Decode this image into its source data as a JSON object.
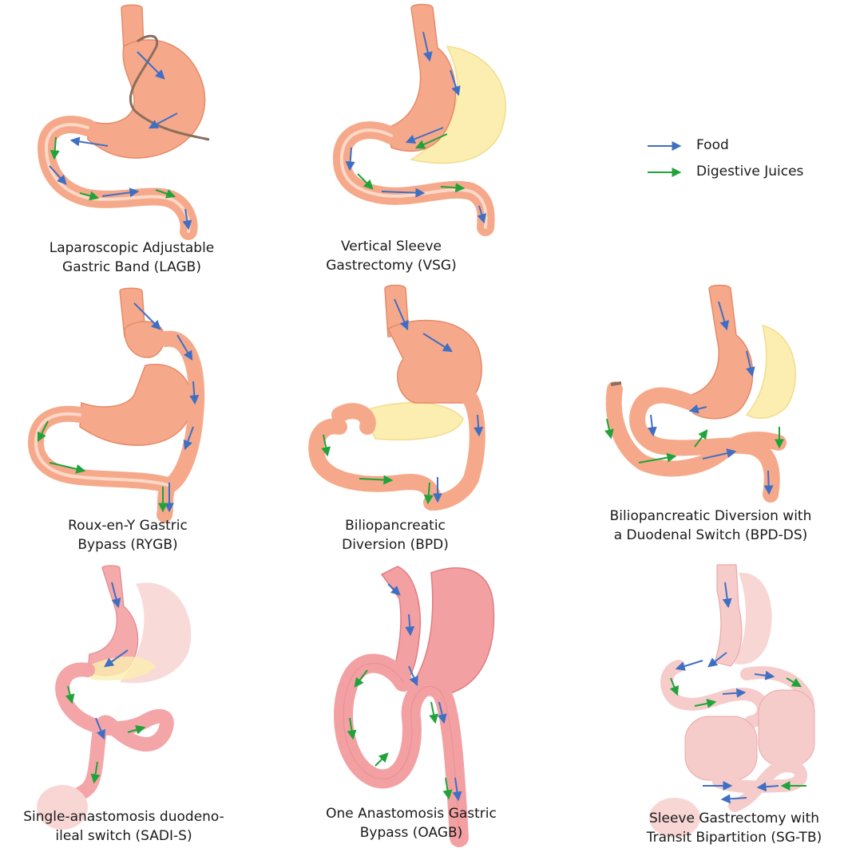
{
  "legend": {
    "food": {
      "label": "Food",
      "color": "#3f6fc4"
    },
    "juices": {
      "label": "Digestive Juices",
      "color": "#1fa33a"
    }
  },
  "colors": {
    "gut": "#f6a98a",
    "gut_edge": "#e58a68",
    "gut_highlight": "#fde3d6",
    "excised": "#fbeeb0",
    "pink_gut": "#f3a0a3",
    "pink_edge": "#e07d83",
    "faded": "#f6cccb",
    "band": "#8a6e5c"
  },
  "procedures": [
    {
      "id": "lagb",
      "line1": "Laparoscopic Adjustable",
      "line2": "Gastric Band (LAGB)"
    },
    {
      "id": "vsg",
      "line1": "Vertical Sleeve",
      "line2": "Gastrectomy (VSG)"
    },
    {
      "id": "rygb",
      "line1": "Roux-en-Y Gastric",
      "line2": "Bypass (RYGB)"
    },
    {
      "id": "bpd",
      "line1": "Biliopancreatic",
      "line2": "Diversion (BPD)"
    },
    {
      "id": "bpdds",
      "line1": "Biliopancreatic Diversion with",
      "line2": "a Duodenal Switch (BPD-DS)"
    },
    {
      "id": "sadis",
      "line1": "Single-anastomosis duodeno-",
      "line2": "ileal switch (SADI-S)"
    },
    {
      "id": "oagb",
      "line1": "One Anastomosis Gastric",
      "line2": "Bypass (OAGB)"
    },
    {
      "id": "sgtb",
      "line1": "Sleeve Gastrectomy with",
      "line2": "Transit Bipartition (SG-TB)"
    }
  ]
}
